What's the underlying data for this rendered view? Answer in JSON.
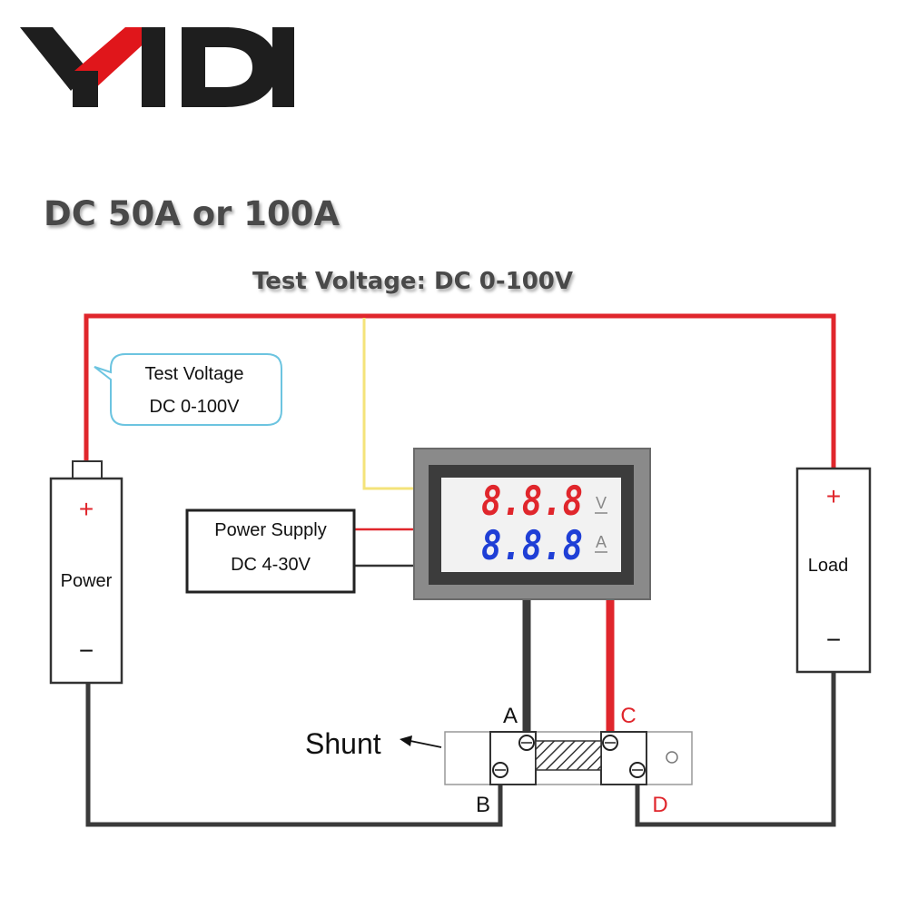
{
  "brand": {
    "name": "YIDI",
    "letters": [
      "Y",
      "I",
      "D",
      "I"
    ]
  },
  "headings": {
    "model": "DC 50A or 100A",
    "test_voltage": "Test Voltage: DC 0-100V"
  },
  "callout": {
    "line1": "Test Voltage",
    "line2": "DC 0-100V"
  },
  "power_supply": {
    "line1": "Power Supply",
    "line2": "DC 4-30V"
  },
  "meter": {
    "voltage_reading": "8.8.8",
    "voltage_unit": "V",
    "current_reading": "8.8.8",
    "current_unit": "A"
  },
  "power": {
    "label": "Power",
    "plus": "+",
    "minus": "−"
  },
  "load": {
    "label": "Load",
    "plus": "+",
    "minus": "−"
  },
  "shunt": {
    "label": "Shunt",
    "terminal_a": "A",
    "terminal_b": "B",
    "terminal_c": "C",
    "terminal_d": "D"
  },
  "colors": {
    "brand_dark": "#1e1e1e",
    "brand_accent": "#e0161b",
    "wire_red": "#e0262c",
    "wire_black": "#3a3a3a",
    "wire_yellow": "#f4e37a",
    "callout_border": "#6cc4e0",
    "meter_body": "#8a8a8a",
    "meter_screen": "#f2f2f2",
    "digit_red": "#e0262c",
    "digit_blue": "#1f3fd6"
  }
}
